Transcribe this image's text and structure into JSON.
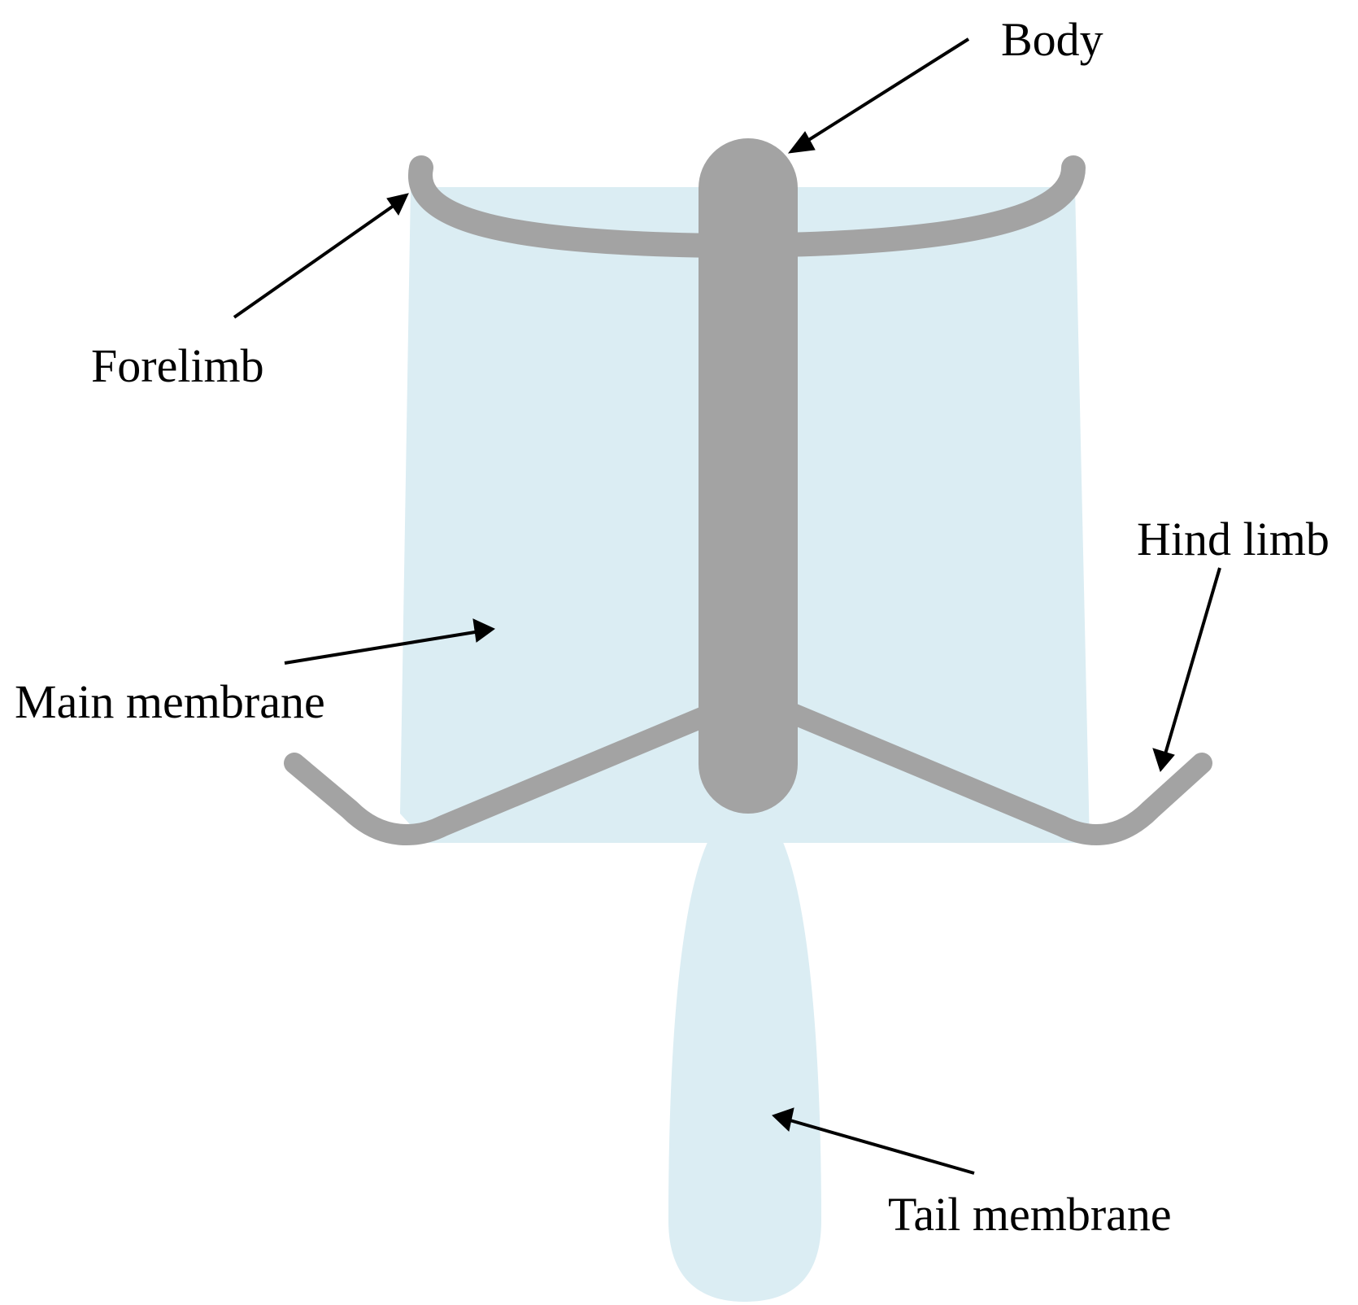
{
  "labels": {
    "body": "Body",
    "forelimb": "Forelimb",
    "hind_limb": "Hind limb",
    "main_membrane": "Main membrane",
    "tail_membrane": "Tail membrane"
  },
  "colors": {
    "membrane": "#dbedf3",
    "limb": "#a3a3a3",
    "arrow": "#000000",
    "text": "#000000"
  }
}
